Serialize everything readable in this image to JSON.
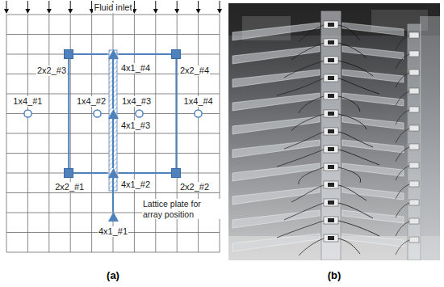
{
  "diagram": {
    "nodes": [
      {
        "text": [
          "2x2_#3"
        ]
      },
      {
        "text": [
          "4x1_#4"
        ]
      },
      {
        "text": [
          "2x2_#4"
        ]
      },
      {
        "text": [
          "1x4_#1"
        ]
      },
      {
        "text": [
          "1x4_#2"
        ]
      },
      {
        "text": [
          "1x4_#3"
        ]
      },
      {
        "text": [
          "1x4_#4"
        ]
      },
      {
        "text": [
          "4x1_#3"
        ]
      },
      {
        "text": [
          "2x2_#1"
        ]
      },
      {
        "text": [
          "4x1_#2"
        ]
      },
      {
        "text": [
          "2x2_#2"
        ]
      },
      {
        "text": [
          "4x1_#1"
        ]
      }
    ],
    "edges": [
      {
        "from": 0,
        "to": 1,
        "arrow": "none"
      },
      {
        "from": 1,
        "to": 2,
        "arrow": "none"
      },
      {
        "from": 0,
        "to": 8,
        "arrow": "none"
      },
      {
        "from": 2,
        "to": 10,
        "arrow": "none"
      },
      {
        "from": 8,
        "to": 9,
        "arrow": "none"
      },
      {
        "from": 9,
        "to": 10,
        "arrow": "none"
      },
      {
        "from": 11,
        "to": 9,
        "arrow": "none"
      },
      {
        "from": 9,
        "to": 7,
        "arrow": "none"
      },
      {
        "from": 7,
        "to": 1,
        "arrow": "none"
      }
    ],
    "labels": [
      "Fluid inlet",
      "Lattice plate for array position",
      "(a)",
      "(b)"
    ]
  }
}
